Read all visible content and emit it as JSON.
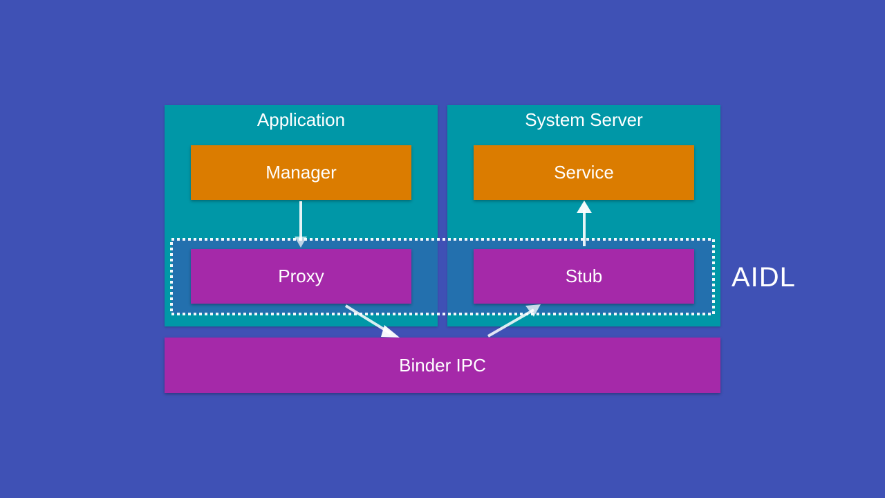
{
  "diagram": {
    "application": {
      "title": "Application",
      "manager": "Manager",
      "proxy": "Proxy"
    },
    "system_server": {
      "title": "System Server",
      "service": "Service",
      "stub": "Stub"
    },
    "binder": "Binder IPC",
    "aidl_label": "AIDL"
  },
  "colors": {
    "background": "#3f51b5",
    "panel": "#0097a7",
    "orange_box": "#db7c00",
    "purple_box": "#a529a9",
    "chalk": "#ffffff"
  }
}
